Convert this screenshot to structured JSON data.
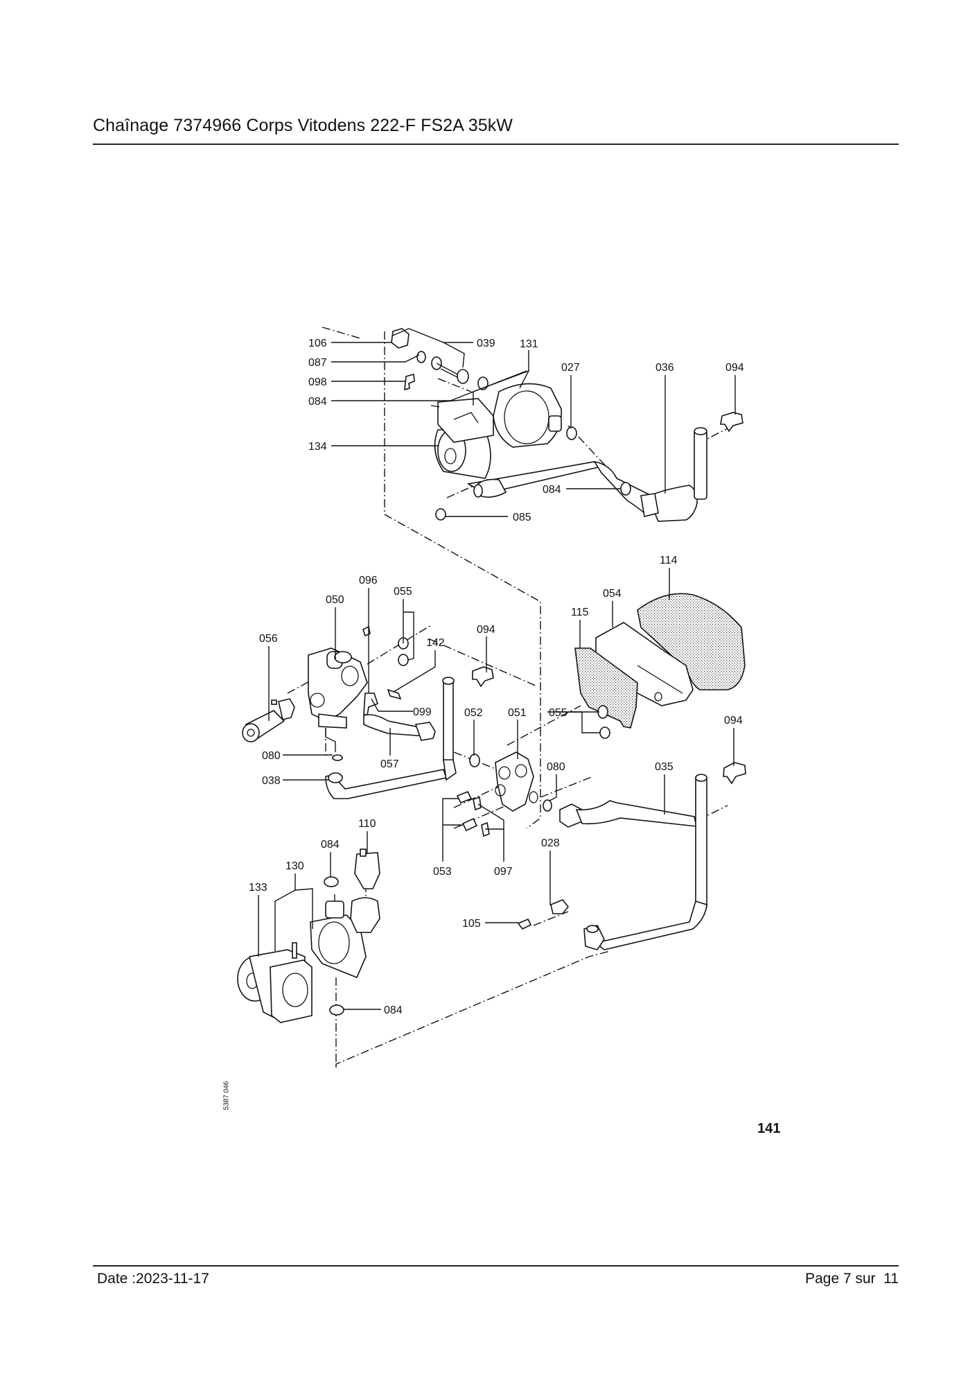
{
  "header": {
    "title": "Chaînage 7374966 Corps Vitodens 222-F FS2A 35kW"
  },
  "figure": {
    "number": "141",
    "drawing_ref": "5387 046",
    "callouts": {
      "c106": "106",
      "c039": "039",
      "c131": "131",
      "c087": "087",
      "c098": "098",
      "c084a": "084",
      "c027": "027",
      "c036": "036",
      "c094a": "094",
      "c134": "134",
      "c084b": "084",
      "c085": "085",
      "c114": "114",
      "c096": "096",
      "c055a": "055",
      "c050": "050",
      "c054": "054",
      "c115": "115",
      "c094b": "094",
      "c056": "056",
      "c142": "142",
      "c099": "099",
      "c052": "052",
      "c051": "051",
      "c055b": "055",
      "c094c": "094",
      "c080a": "080",
      "c057": "057",
      "c080b": "080",
      "c035": "035",
      "c038": "038",
      "c110": "110",
      "c028": "028",
      "c053": "053",
      "c097": "097",
      "c084c": "084",
      "c130": "130",
      "c133": "133",
      "c105": "105",
      "c084d": "084"
    }
  },
  "footer": {
    "date": "Date :2023-11-17",
    "page": "Page 7 sur  11"
  }
}
